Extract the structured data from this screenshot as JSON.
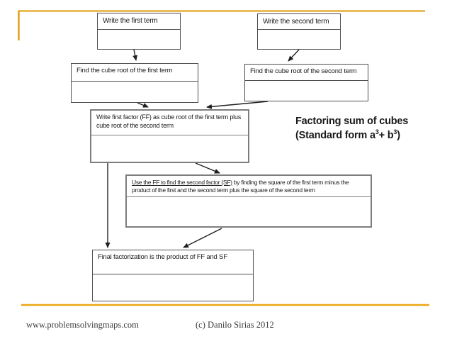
{
  "title": {
    "line1": "Factoring sum of cubes",
    "line2_parts": {
      "a": "(Standard form a",
      "sup1": "3",
      "mid": "+ b",
      "sup2": "3",
      "end": ")"
    }
  },
  "boxes": {
    "write_first_term": {
      "label": "Write the first term"
    },
    "write_second_term": {
      "label": "Write the second term"
    },
    "cube_root_first": {
      "label": "Find the cube root of the first term"
    },
    "cube_root_second": {
      "label": "Find the cube root of the second term"
    },
    "first_factor": {
      "label": "Write first factor (FF) as cube root of the first term plus cube root of the second term"
    },
    "second_factor": {
      "label_underlined": "Use the FF to find the second factor (SF)",
      "label_rest": " by finding the square of the first term minus the product of the first and the second term plus the square of the second term"
    },
    "final_factorization": {
      "label": "Final factorization is the product of FF and SF"
    }
  },
  "footer": {
    "website": "www.problemsolvingmaps.com",
    "copyright": "(c) Danilo Sirias 2012"
  },
  "colors": {
    "accent_gold": "#E2A41F",
    "box_border_dark": "#4F4F4F",
    "box_border_gray": "#7D7D7D",
    "arrow_black": "#1F1F1F"
  }
}
